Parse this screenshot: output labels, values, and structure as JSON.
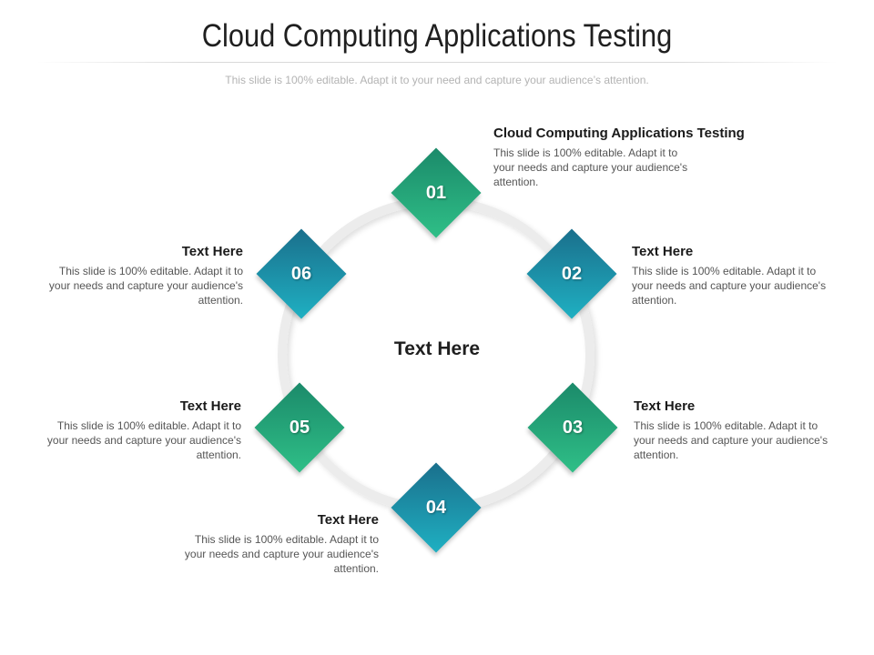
{
  "header": {
    "title": "Cloud Computing Applications Testing",
    "subtitle": "This slide is 100% editable. Adapt it to your need and capture your audience’s attention."
  },
  "center": {
    "label": "Text Here"
  },
  "colors": {
    "green": "#2fbf87",
    "blue": "#1fb0c2",
    "ring": "#ececec"
  },
  "steps": [
    {
      "number": "01",
      "color": "green",
      "heading": "Cloud Computing Applications Testing",
      "body": "This slide is 100% editable. Adapt it to your needs and capture your audience's attention."
    },
    {
      "number": "02",
      "color": "blue",
      "heading": "Text Here",
      "body": "This slide is 100% editable. Adapt it to your needs and capture your audience's attention."
    },
    {
      "number": "03",
      "color": "green",
      "heading": "Text Here",
      "body": "This slide is 100% editable. Adapt it to your needs and capture your audience's attention."
    },
    {
      "number": "04",
      "color": "blue",
      "heading": "Text Here",
      "body": "This slide is 100% editable. Adapt it to your needs and capture your audience's attention."
    },
    {
      "number": "05",
      "color": "green",
      "heading": "Text Here",
      "body": "This slide is 100% editable. Adapt it to your needs and capture your audience's attention."
    },
    {
      "number": "06",
      "color": "blue",
      "heading": "Text Here",
      "body": "This slide is 100% editable. Adapt it to your needs and capture your audience's attention."
    }
  ]
}
